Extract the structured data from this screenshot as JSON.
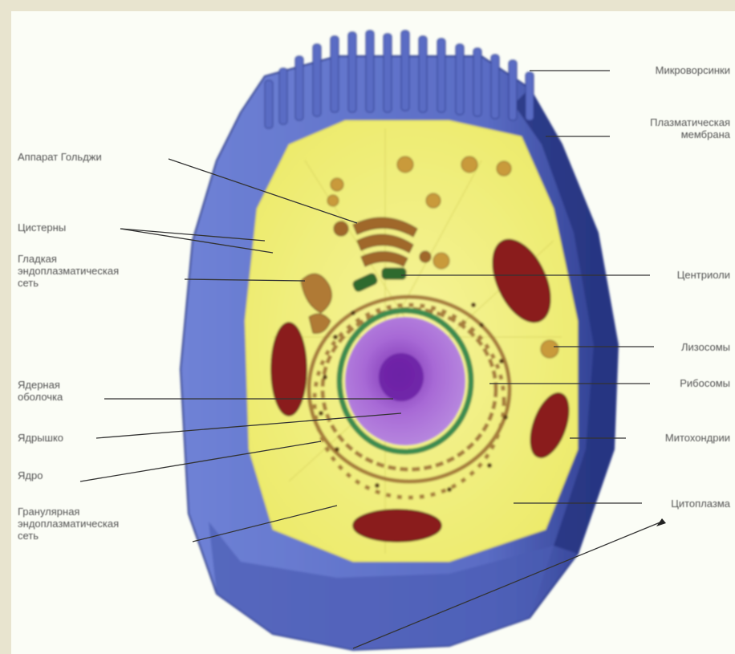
{
  "diagram": {
    "labels": {
      "microvilli": "Микроворсинки",
      "cell_center": "Плазматическая\nмембрана",
      "golgi": "Аппарат Гольджи",
      "vesicles": "Цистерны",
      "smooth_er": "Гладкая\nэндоплазматическая\nсеть",
      "centrioles": "Центриоли",
      "lysosomes": "Лизосомы",
      "ribosomes": "Рибосомы",
      "nuclear_envelope": "Ядерная\nоболочка",
      "nucleolus": "Ядрышко",
      "nucleus": "Ядро",
      "mitochondria": "Митохондрии",
      "rough_er": "Гранулярная\nэндоплазматическая\nсеть",
      "cytoplasm": "Цитоплазма"
    },
    "colors": {
      "membrane": "#5a6cc4",
      "membrane_dark": "#2b3a8c",
      "cytoplasm": "#f2f07a",
      "nucleus": "#9b59c9",
      "mitochondria": "#8a1f1f",
      "organelle": "#a0682a",
      "nuclear_envelope": "#3e8c4f"
    }
  }
}
